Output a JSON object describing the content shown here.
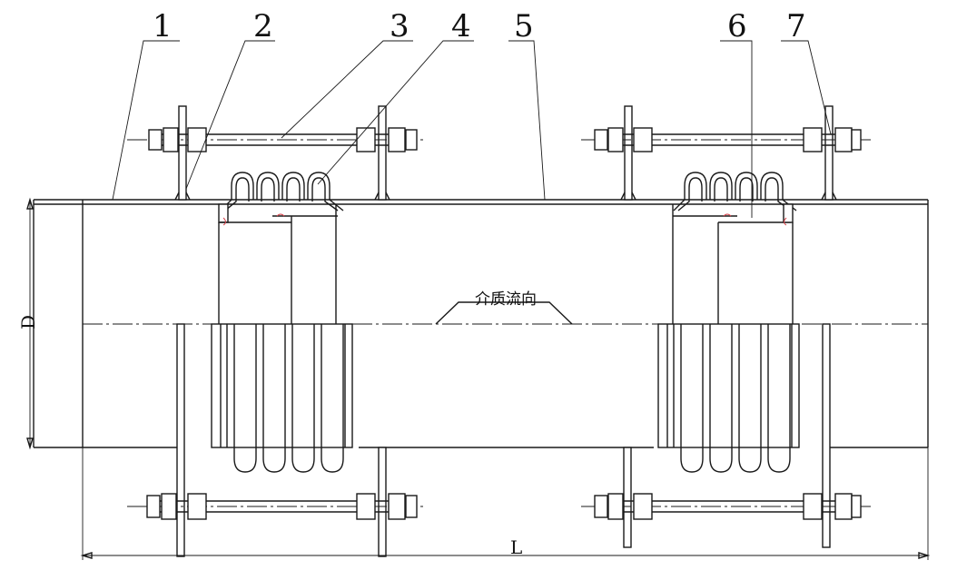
{
  "labels": {
    "part_1": "1",
    "part_2": "2",
    "part_3": "3",
    "part_4": "4",
    "part_5": "5",
    "part_6": "6",
    "part_7": "7",
    "flow_direction": "介质流向",
    "dim_diameter": "D",
    "dim_length": "L"
  },
  "colors": {
    "line": "#1a1a1a",
    "weld": "#d4424a"
  }
}
